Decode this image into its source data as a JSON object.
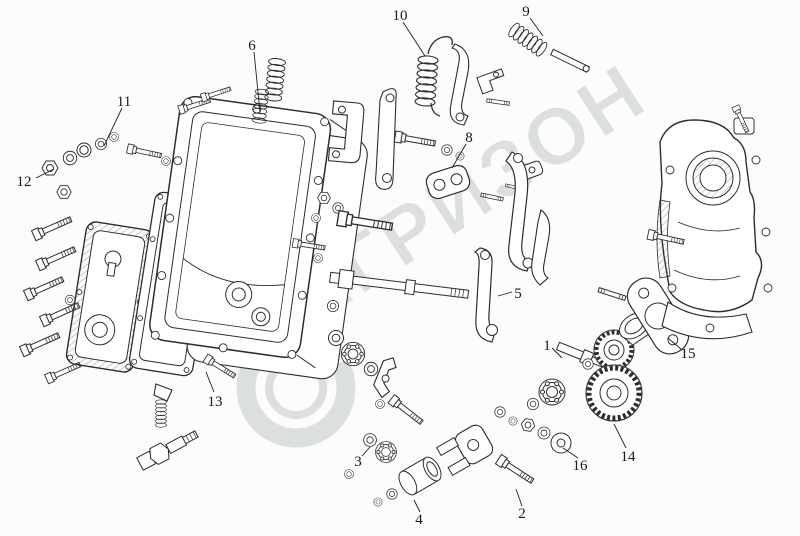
{
  "figure": {
    "kind": "exploded-parts-diagram"
  },
  "watermark": {
    "text": "АГРИЗОН"
  },
  "labels": {
    "n1": "1",
    "n2": "2",
    "n3": "3",
    "n4": "4",
    "n5": "5",
    "n6": "6",
    "n8": "8",
    "n9": "9",
    "n10": "10",
    "n11": "11",
    "n12": "12",
    "n13": "13",
    "n14": "14",
    "n15": "15",
    "n16": "16"
  }
}
